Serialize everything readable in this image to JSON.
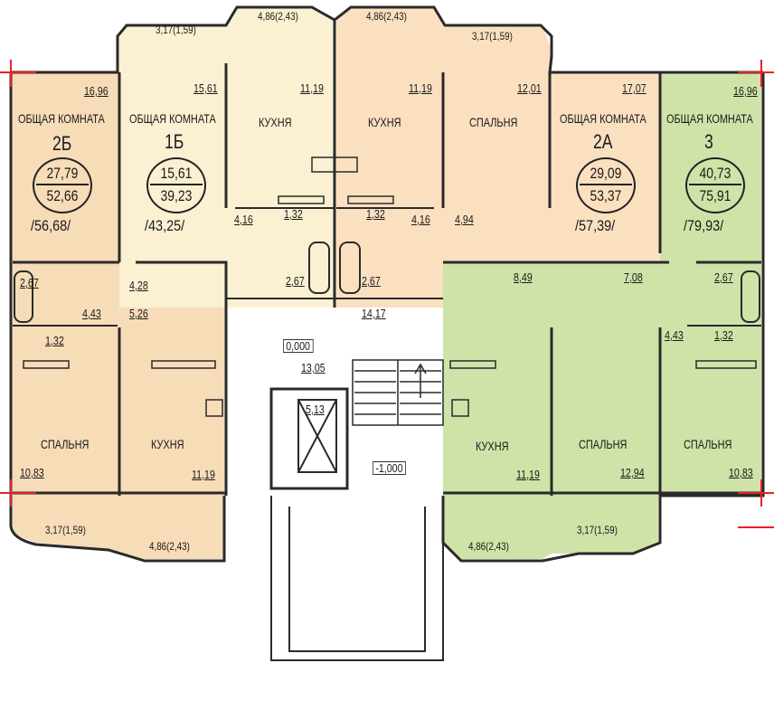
{
  "colors": {
    "apt_2b": "#f7dcb8",
    "apt_1b": "#fbf1d2",
    "apt_1b_kitchen": "#fcf3d8",
    "apt_2a": "#fbe0c0",
    "apt_3": "#cfe3a8",
    "wall": "#2a2a2a",
    "marker": "#e8202a"
  },
  "apartments": {
    "a2b": {
      "room_label": "ОБЩАЯ КОМНАТА",
      "number": "2Б",
      "living": "27,79",
      "total_area": "52,66",
      "gross": "/56,68/"
    },
    "a1b": {
      "room_label": "ОБЩАЯ КОМНАТА",
      "number": "1Б",
      "living": "15,61",
      "total_area": "39,23",
      "gross": "/43,25/"
    },
    "a2a": {
      "room_label": "ОБЩАЯ КОМНАТА",
      "number": "2А",
      "living": "29,09",
      "total_area": "53,37",
      "gross": "/57,39/"
    },
    "a3": {
      "room_label": "ОБЩАЯ КОМНАТА",
      "number": "3",
      "living": "40,73",
      "total_area": "75,91",
      "gross": "/79,93/"
    }
  },
  "rooms": {
    "kitchen": "КУХНЯ",
    "bedroom": "СПАЛЬНЯ"
  },
  "areas": {
    "a2b_common": "16,96",
    "a1b_common": "15,61",
    "a1b_kitchen": "11,19",
    "a2b_top_kitchen": "11,19",
    "bedroom_top": "12,01",
    "a2a_common": "17,07",
    "a3_common": "16,96",
    "hall_4_16_left": "4,16",
    "wc_1_32_left": "1,32",
    "wc_1_32_right": "1,32",
    "hall_4_16_right": "4,16",
    "hall_4_94": "4,94",
    "bath_2_67_a": "2,67",
    "bath_2_67_b": "2,67",
    "bath_2_67_c": "2,67",
    "bath_2_67_d": "2,67",
    "hall_4_28": "4,28",
    "hall_4_43_left": "4,43",
    "hall_5_26": "5,26",
    "wc_1_32_ll": "1,32",
    "corridor_14_17": "14,17",
    "hall_8_49": "8,49",
    "hall_7_08": "7,08",
    "hall_4_43_right": "4,43",
    "wc_1_32_rr": "1,32",
    "landing_13_05": "13,05",
    "lift_5_13": "5,13",
    "bedroom_ll": "10,83",
    "kitchen_ll": "11,19",
    "kitchen_rl": "11,19",
    "bedroom_rm": "12,94",
    "bedroom_rr": "10,83"
  },
  "balconies": {
    "top_left_1": "3,17(1,59)",
    "top_left_2": "4,86(2,43)",
    "top_right_1": "4,86(2,43)",
    "top_right_2": "3,17(1,59)",
    "bottom_left_1": "3,17(1,59)",
    "bottom_left_2": "4,86(2,43)",
    "bottom_right_1": "4,86(2,43)",
    "bottom_right_2": "3,17(1,59)"
  },
  "levels": {
    "floor": "0,000",
    "entry": "-1,000"
  }
}
